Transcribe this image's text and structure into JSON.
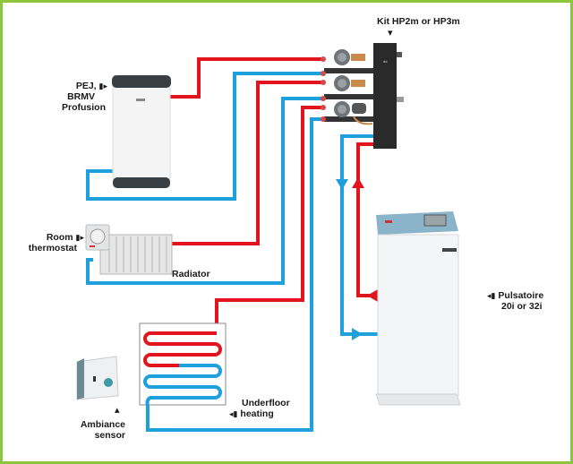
{
  "colors": {
    "frame": "#8cc63f",
    "hot_pipe": "#e2141e",
    "cold_pipe": "#1ea0dc",
    "kit_body": "#2a2a2a",
    "boiler_panel": "#8ab4c9"
  },
  "labels": {
    "kit": "Kit HP2m or HP3m",
    "cylinder_line1": "PEJ,",
    "cylinder_line2": "BRMV",
    "cylinder_line3": "Profusion",
    "room_line1": "Room",
    "room_line2": "thermostat",
    "radiator": "Radiator",
    "boiler_line1": "Pulsatoire",
    "boiler_line2": "20i or 32i",
    "underfloor_line1": "Underfloor",
    "underfloor_line2": "heating",
    "ambiance_line1": "Ambiance",
    "ambiance_line2": "sensor"
  },
  "icons": {
    "pointer_right": "▮▸",
    "pointer_left": "◂▮",
    "pointer_down": "▾",
    "pointer_up": "▴"
  }
}
